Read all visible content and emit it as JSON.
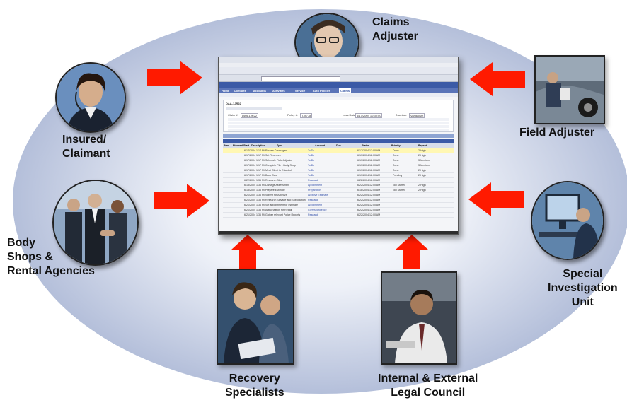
{
  "labels": {
    "claims_adjuster": "Claims\nAdjuster",
    "field_adjuster": "Field Adjuster",
    "insured_claimant": "Insured/\nClaimant",
    "body_shops": "Body\nShops &\nRental Agencies",
    "special_investigation": "Special\nInvestigation\nUnit",
    "recovery_specialists": "Recovery\nSpecialists",
    "legal_council": "Internal & External\nLegal Council"
  },
  "colors": {
    "ellipse_center": "#ffffff",
    "ellipse_edge": "#b7c2dc",
    "arrow": "#ff1a00",
    "app_header": "#3b5aa6",
    "app_tab_bar": "#5a74b8"
  },
  "screenshot": {
    "tabs": [
      "Home",
      "Contacts",
      "Accounts",
      "Activities",
      "Service",
      "Auto Policies",
      "Claims"
    ],
    "active_tab": "Claims",
    "record_title": "DAA-1JR22",
    "form_fields": [
      {
        "label": "Claim #:",
        "value": "DAA-1JR22"
      },
      {
        "label": "Policy #:",
        "value": "TJ8778"
      },
      {
        "label": "Loss Date:",
        "value": "6/17/2004 10:30:00"
      },
      {
        "label": "Number:",
        "value": "Vandalism"
      }
    ],
    "table_headers": [
      "New",
      "Planned Start",
      "Description",
      "Type",
      "Account",
      "Due",
      "Status",
      "Priority",
      "Repeat"
    ],
    "rows": [
      [
        "6/17/2004 1:17 PM",
        "Review Coverages",
        "To Do",
        "6/17/2004 12:00 AM",
        "Done",
        "2-High"
      ],
      [
        "6/17/2004 1:17 PM",
        "Set Reserves",
        "To Do",
        "6/17/2004 12:00 AM",
        "Done",
        "2-High"
      ],
      [
        "6/17/2004 1:17 PM",
        "Schedule Field Adjuster",
        "To Do",
        "6/17/2004 12:00 AM",
        "Done",
        "3-Medium"
      ],
      [
        "6/17/2004 1:17 PM",
        "Complete File - Body Shop",
        "To Do",
        "6/17/2004 12:00 AM",
        "Done",
        "3-Medium"
      ],
      [
        "6/17/2004 1:17 PM",
        "Meet Client to Establish",
        "To Do",
        "6/17/2004 12:00 AM",
        "Done",
        "2-High"
      ],
      [
        "6/17/2004 1:17 PM",
        "Book Care",
        "To Do",
        "6/17/2004 12:00 AM",
        "Pending",
        "2-High"
      ],
      [
        "6/22/2004 1:36 PM",
        "Research Bills",
        "Research",
        "6/22/2004 12:00 AM",
        "",
        ""
      ],
      [
        "6/18/2004 1:36 PM",
        "Damage Assessment",
        "Appointment",
        "6/22/2004 12:00 AM",
        "Not Started",
        "2-High"
      ],
      [
        "6/18/2004 1:36 PM",
        "Prepare Estimate",
        "Preparation",
        "6/18/2004 12:00 AM",
        "Not Started",
        "2-High"
      ],
      [
        "6/21/2004 1:36 PM",
        "Submit for Approval",
        "Approve Estimate",
        "6/22/2004 12:00 AM",
        "",
        ""
      ],
      [
        "6/21/2004 1:36 PM",
        "Research Salvage and Subrogation",
        "Research",
        "6/22/2004 12:00 AM",
        "",
        ""
      ],
      [
        "6/21/2004 1:36 PM",
        "Set appointment for estimate",
        "Appointment",
        "6/22/2004 12:00 AM",
        "",
        ""
      ],
      [
        "6/21/2004 1:36 PM",
        "Authorization for Repair",
        "Correspondence",
        "6/22/2004 12:00 AM",
        "",
        ""
      ],
      [
        "6/21/2004 1:36 PM",
        "Gather relevant Police Reports",
        "Research",
        "6/22/2004 12:00 AM",
        "",
        ""
      ]
    ]
  }
}
